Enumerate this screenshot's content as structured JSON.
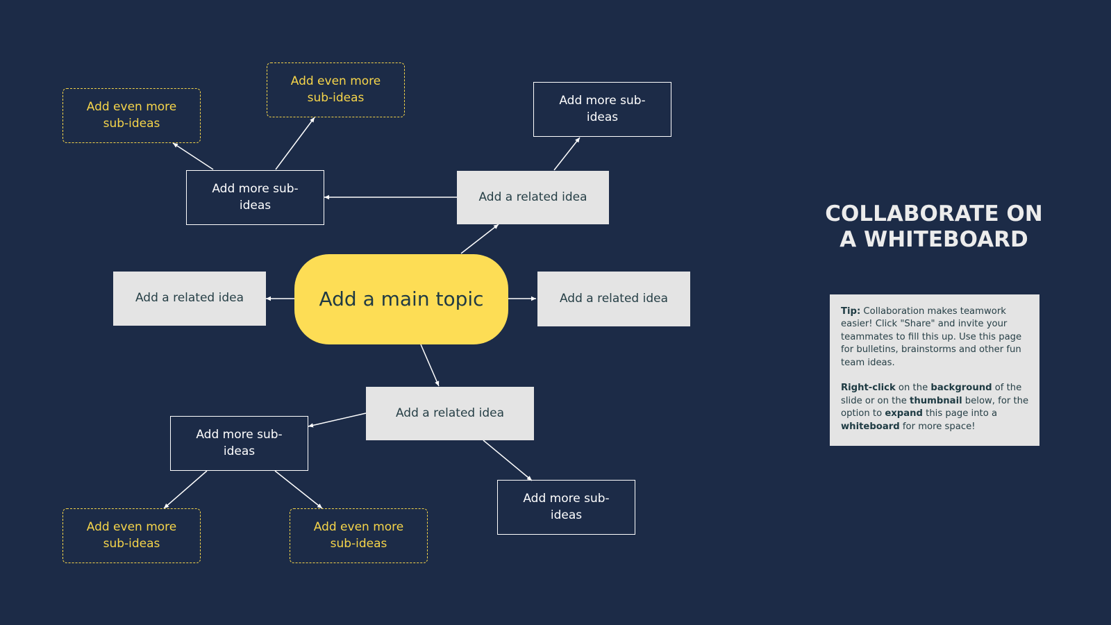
{
  "diagram": {
    "main_topic": "Add a main topic",
    "related": {
      "left": "Add a related idea",
      "right": "Add a related idea",
      "top": "Add a related idea",
      "bottom": "Add a related idea"
    },
    "sub": {
      "top_left": "Add more sub-ideas",
      "top_right": "Add more sub-ideas",
      "bottom_left": "Add more sub-ideas",
      "bottom_right": "Add more sub-ideas"
    },
    "even": {
      "a": "Add even more sub-ideas",
      "b": "Add even more sub-ideas",
      "c": "Add even more sub-ideas",
      "d": "Add even more sub-ideas"
    }
  },
  "title": {
    "line1": "COLLABORATE ON",
    "line2": "A WHITEBOARD"
  },
  "tip": {
    "p1": [
      {
        "text": "Tip:",
        "bold": true
      },
      {
        "text": " Collaboration makes teamwork easier! Click \"Share\" and invite your teammates to fill this up. Use this page for bulletins, brainstorms and other fun team ideas.",
        "bold": false
      }
    ],
    "p2": [
      {
        "text": "Right-click",
        "bold": true
      },
      {
        "text": " on the ",
        "bold": false
      },
      {
        "text": "background",
        "bold": true
      },
      {
        "text": " of the slide or on the ",
        "bold": false
      },
      {
        "text": "thumbnail",
        "bold": true
      },
      {
        "text": " below, for the option to ",
        "bold": false
      },
      {
        "text": "expand",
        "bold": true
      },
      {
        "text": " this page into a ",
        "bold": false
      },
      {
        "text": "whiteboard",
        "bold": true
      },
      {
        "text": " for more space!",
        "bold": false
      }
    ]
  },
  "colors": {
    "background": "#1c2b47",
    "main_fill": "#fddd55",
    "related_fill": "#e4e4e4",
    "accent_yellow": "#f6d54a",
    "line": "#ffffff"
  }
}
